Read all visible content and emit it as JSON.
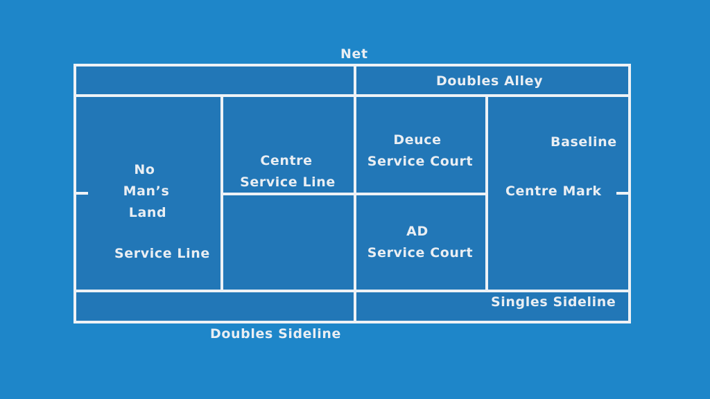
{
  "colors": {
    "background": "#1e86c9",
    "court_surface": "#2277b7",
    "line": "#eef2f6",
    "text": "#e9eef3"
  },
  "labels": {
    "net": "Net",
    "doubles_alley": "Doubles Alley",
    "no_mans_land_1": "No",
    "no_mans_land_2": "Man’s",
    "no_mans_land_3": "Land",
    "service_line": "Service Line",
    "centre_service_line_1": "Centre",
    "centre_service_line_2": "Service Line",
    "deuce_service_court_1": "Deuce",
    "deuce_service_court_2": "Service Court",
    "ad_service_court_1": "AD",
    "ad_service_court_2": "Service Court",
    "baseline": "Baseline",
    "centre_mark": "Centre Mark",
    "singles_sideline": "Singles Sideline",
    "doubles_sideline": "Doubles Sideline"
  }
}
